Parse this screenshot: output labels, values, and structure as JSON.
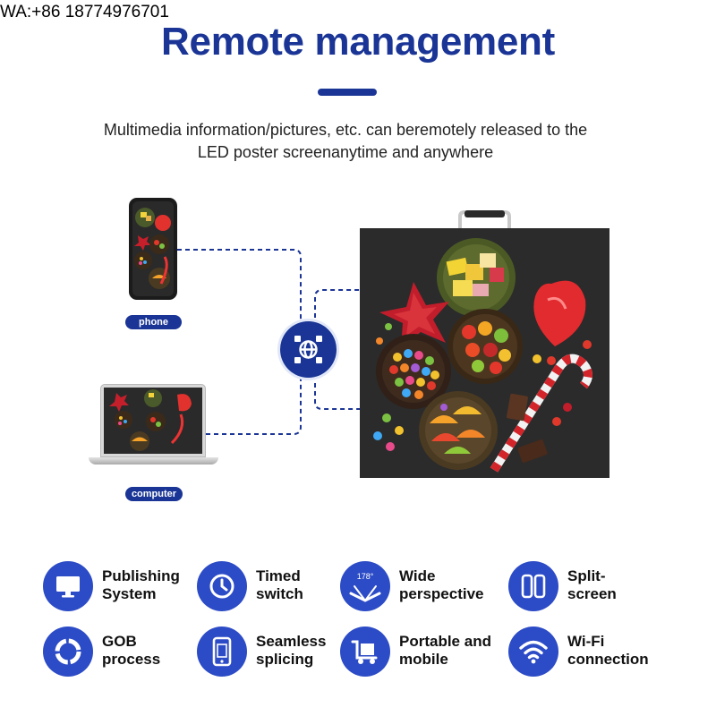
{
  "header": {
    "contact": "WA:+86 18774976701",
    "title": "Remote management",
    "subtitle_line1": "Multimedia information/pictures, etc. can beremotely released to the",
    "subtitle_line2": "LED poster screenanytime and anywhere"
  },
  "devices": {
    "phone_label": "phone",
    "computer_label": "computer"
  },
  "features": [
    {
      "line1": "Publishing",
      "line2": "System",
      "icon": "monitor-icon"
    },
    {
      "line1": "Timed",
      "line2": "switch",
      "icon": "clock-icon"
    },
    {
      "line1": "Wide",
      "line2": "perspective",
      "icon": "angle-icon",
      "badge": "178°"
    },
    {
      "line1": "Split-",
      "line2": "screen",
      "icon": "split-screen-icon"
    },
    {
      "line1": "GOB",
      "line2": "process",
      "icon": "gob-circle-icon"
    },
    {
      "line1": "Seamless",
      "line2": "splicing",
      "icon": "phone-splice-icon"
    },
    {
      "line1": "Portable and",
      "line2": "mobile",
      "icon": "cart-icon"
    },
    {
      "line1": "Wi-Fi",
      "line2": "connection",
      "icon": "wifi-icon"
    }
  ],
  "colors": {
    "brand": "#1a3596",
    "feature_circle": "#2c4bc6"
  }
}
